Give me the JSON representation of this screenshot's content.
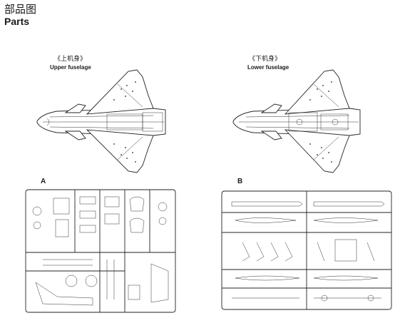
{
  "header": {
    "title_cn": "部品图",
    "title_en": "Parts"
  },
  "parts": [
    {
      "id": "upper",
      "caption_cn": "《上机身》",
      "caption_en": "Upper fuselage"
    },
    {
      "id": "lower",
      "caption_cn": "《下机身》",
      "caption_en": "Lower fuselage"
    }
  ],
  "sprues": [
    {
      "id": "A",
      "letter": "A"
    },
    {
      "id": "B",
      "letter": "B"
    }
  ]
}
